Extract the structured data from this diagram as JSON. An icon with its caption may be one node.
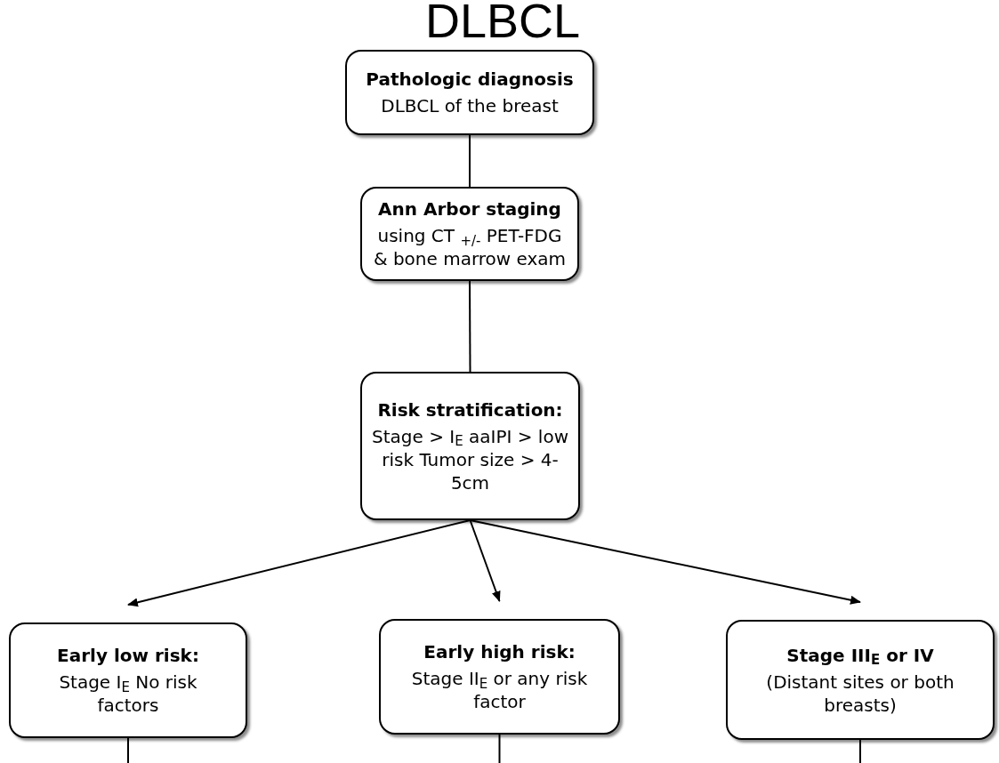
{
  "diagram": {
    "title": "DLBCL",
    "nodes": [
      {
        "text": [
          "Pathologic diagnosis",
          "DLBCL of the breast"
        ]
      },
      {
        "text": [
          "Ann Arbor staging",
          "using CT $_{+/-}$ PET-FDG & bone marrow exam"
        ]
      },
      {
        "text": [
          "Risk stratification:",
          "Stage > I$_{E}$ aaIPI > low risk Tumor size > 4-5cm"
        ]
      },
      {
        "text": [
          "Early low risk:",
          "Stage I$_{E}$ No risk factors"
        ]
      },
      {
        "text": [
          "Early high risk:",
          "Stage II$_{E}$ or any risk factor"
        ]
      },
      {
        "text": [
          "Stage III$_{E}$ or IV",
          "(Distant sites or both breasts)"
        ]
      }
    ],
    "edges": [
      {
        "from": 0,
        "to": 1,
        "arrow": "none"
      },
      {
        "from": 1,
        "to": 2,
        "arrow": "none"
      },
      {
        "from": 2,
        "to": 3,
        "arrow": "to"
      },
      {
        "from": 2,
        "to": 4,
        "arrow": "to"
      },
      {
        "from": 2,
        "to": 5,
        "arrow": "to"
      },
      {
        "from": 3,
        "to": null,
        "arrow": "none"
      },
      {
        "from": 4,
        "to": null,
        "arrow": "none"
      },
      {
        "from": 5,
        "to": null,
        "arrow": "none"
      }
    ]
  }
}
